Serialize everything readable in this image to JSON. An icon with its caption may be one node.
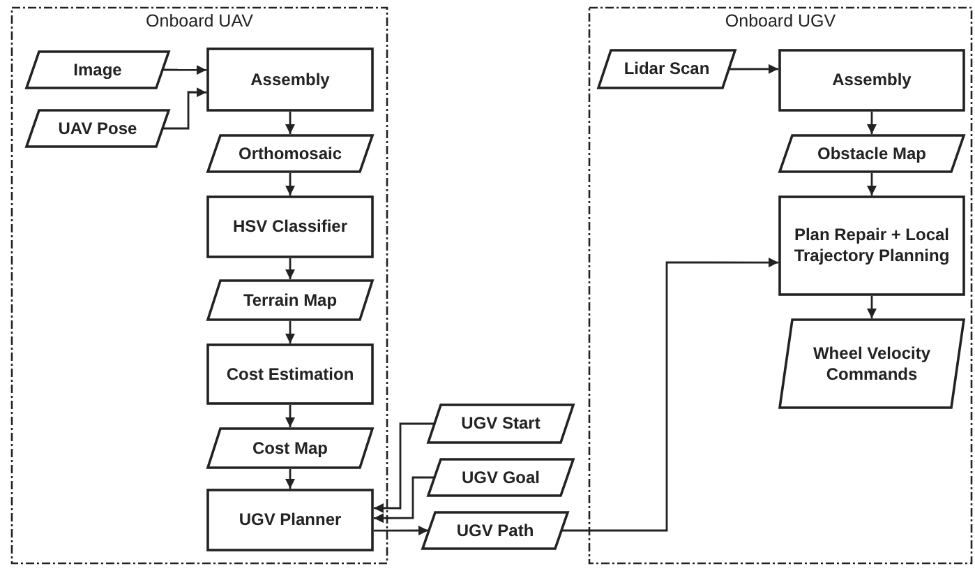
{
  "diagram": {
    "nodes": [
      {
        "text": [
          "Onboard UAV"
        ]
      },
      {
        "text": [
          "Image"
        ],
        "in": 0
      },
      {
        "text": [
          "UAV Pose"
        ],
        "in": 0
      },
      {
        "text": [
          "Assembly"
        ],
        "in": 0
      },
      {
        "text": [
          "Orthomosaic"
        ],
        "in": 0
      },
      {
        "text": [
          "HSV Classifier"
        ],
        "in": 0
      },
      {
        "text": [
          "Terrain Map"
        ],
        "in": 0
      },
      {
        "text": [
          "Cost Estimation"
        ],
        "in": 0
      },
      {
        "text": [
          "Cost Map"
        ],
        "in": 0
      },
      {
        "text": [
          "UGV Planner"
        ],
        "in": 0
      },
      {
        "text": [
          "UGV Start"
        ]
      },
      {
        "text": [
          "UGV Goal"
        ]
      },
      {
        "text": [
          "UGV Path"
        ]
      },
      {
        "text": [
          "Onboard UGV"
        ]
      },
      {
        "text": [
          "Lidar Scan"
        ],
        "in": 13
      },
      {
        "text": [
          "Assembly"
        ],
        "in": 13
      },
      {
        "text": [
          "Obstacle Map"
        ],
        "in": 13
      },
      {
        "text": [
          "Plan Repair + Local Trajectory Planning"
        ],
        "in": 13
      },
      {
        "text": [
          "Wheel Velocity Commands"
        ],
        "in": 13
      }
    ],
    "edges": [
      {
        "from": 1,
        "to": 3,
        "arrow": "to"
      },
      {
        "from": 2,
        "to": 3,
        "arrow": "to"
      },
      {
        "from": 3,
        "to": 4,
        "arrow": "to"
      },
      {
        "from": 4,
        "to": 5,
        "arrow": "to"
      },
      {
        "from": 5,
        "to": 6,
        "arrow": "to"
      },
      {
        "from": 6,
        "to": 7,
        "arrow": "to"
      },
      {
        "from": 7,
        "to": 8,
        "arrow": "to"
      },
      {
        "from": 8,
        "to": 9,
        "arrow": "to"
      },
      {
        "from": 10,
        "to": 9,
        "arrow": "to"
      },
      {
        "from": 11,
        "to": 9,
        "arrow": "to"
      },
      {
        "from": 9,
        "to": 12,
        "arrow": "to"
      },
      {
        "from": 12,
        "to": 17,
        "arrow": "to"
      },
      {
        "from": 14,
        "to": 15,
        "arrow": "to"
      },
      {
        "from": 15,
        "to": 16,
        "arrow": "to"
      },
      {
        "from": 16,
        "to": 17,
        "arrow": "to"
      },
      {
        "from": 17,
        "to": 18,
        "arrow": "to"
      }
    ]
  }
}
